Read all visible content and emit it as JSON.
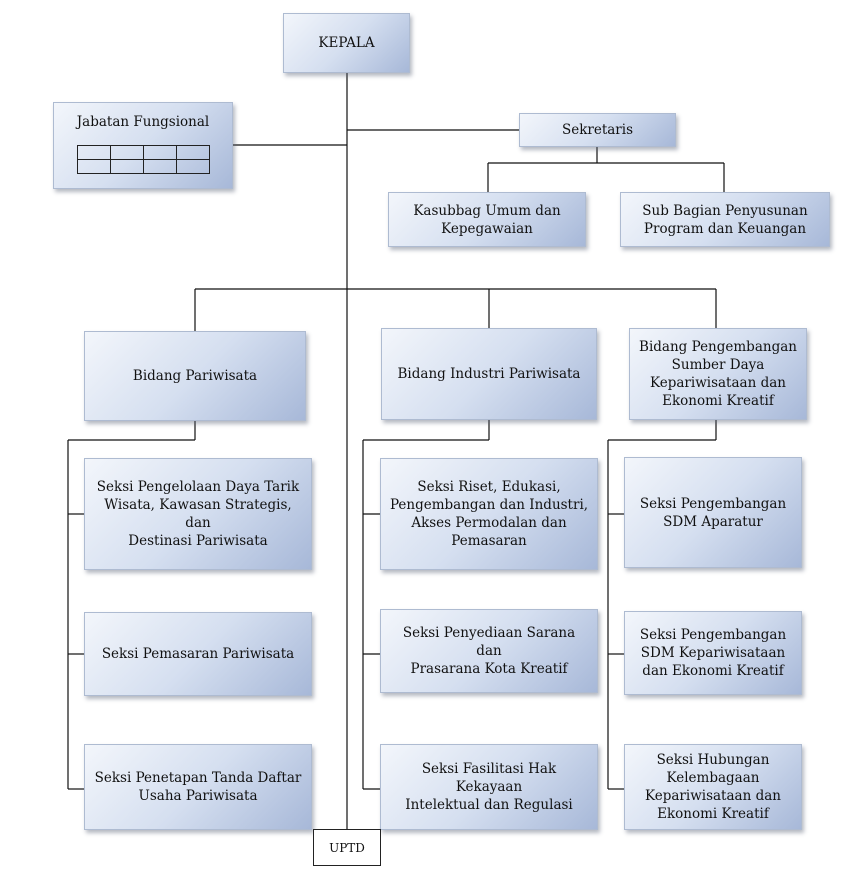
{
  "org_chart": {
    "head": "KEPALA",
    "functional": "Jabatan Fungsional",
    "secretariat": {
      "title": "Sekretaris",
      "units": [
        "Kasubbag Umum dan\nKepegawaian",
        "Sub Bagian Penyusunan\nProgram dan Keuangan"
      ]
    },
    "divisions": [
      {
        "title": "Bidang Pariwisata",
        "sections": [
          "Seksi Pengelolaan Daya Tarik\nWisata, Kawasan Strategis, dan\nDestinasi Pariwisata",
          "Seksi Pemasaran Pariwisata",
          "Seksi Penetapan Tanda Daftar\nUsaha Pariwisata"
        ]
      },
      {
        "title": "Bidang Industri Pariwisata",
        "sections": [
          "Seksi Riset, Edukasi,\nPengembangan dan Industri,\nAkses Permodalan dan\nPemasaran",
          "Seksi Penyediaan Sarana dan\nPrasarana Kota Kreatif",
          "Seksi Fasilitasi Hak Kekayaan\nIntelektual dan Regulasi"
        ]
      },
      {
        "title": "Bidang Pengembangan\nSumber Daya\nKepariwisataan dan\nEkonomi Kreatif",
        "sections": [
          "Seksi Pengembangan\nSDM Aparatur",
          "Seksi Pengembangan\nSDM Kepariwisataan\ndan Ekonomi Kreatif",
          "Seksi Hubungan\nKelembagaan\nKepariwisataan dan\nEkonomi Kreatif"
        ]
      }
    ],
    "uptd": "UPTD"
  }
}
